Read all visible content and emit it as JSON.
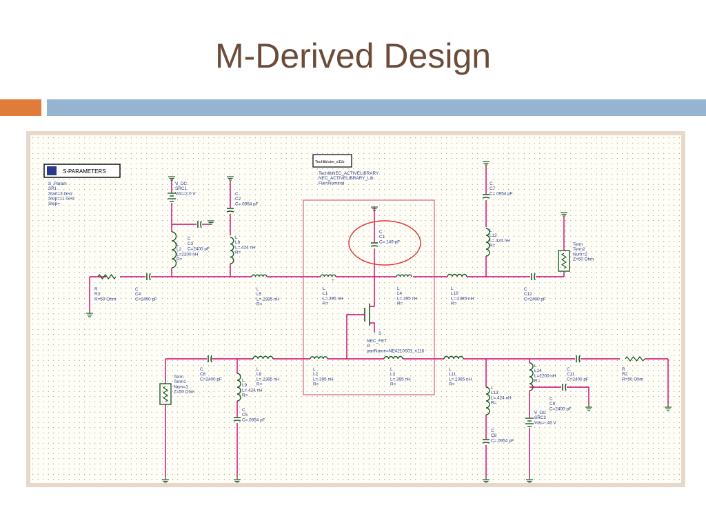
{
  "slide": {
    "title": "M-Derived Design"
  },
  "colors": {
    "title": "#6b4c3b",
    "accent_orange": "#e07b39",
    "accent_blue": "#94b4cf",
    "wire": "#d0006f",
    "component": "#1a5a2a",
    "label": "#2a3a8a",
    "highlight_circle": "#e03030",
    "highlight_box": "#d04070"
  },
  "schematic": {
    "sparams": {
      "header": "S-PARAMETERS",
      "lines": [
        "S_Param",
        "SP1",
        "Start=3 GHz",
        "Stop=11 GHz",
        "Step="
      ]
    },
    "techlib": {
      "box": "Techlib/sim_s11b",
      "lines": [
        "TechlibNEC_ACTIVELIBRARY",
        "NEC_ACTIVELIBRARY_Lib",
        "File=Nominal"
      ]
    },
    "components": [
      {
        "id": "vdc1",
        "lines": [
          "V_DC",
          "SRC1",
          "Vdc=2.0 V"
        ]
      },
      {
        "id": "c2",
        "lines": [
          "C",
          "C2",
          "C=.0954 pF"
        ]
      },
      {
        "id": "c3",
        "lines": [
          "C",
          "C3",
          "C=2400 pF"
        ]
      },
      {
        "id": "l6",
        "lines": [
          "L",
          "L6",
          "L=.424 nH",
          "R="
        ]
      },
      {
        "id": "l2top",
        "lines": [
          "L",
          "L2",
          "L=2200 nH",
          "R="
        ]
      },
      {
        "id": "r3",
        "lines": [
          "R",
          "R3",
          "R=50 Ohm"
        ]
      },
      {
        "id": "c4",
        "lines": [
          "C",
          "C4",
          "C=2400 pF"
        ]
      },
      {
        "id": "l5",
        "lines": [
          "L",
          "L5",
          "L=.2385 nH",
          "R="
        ]
      },
      {
        "id": "l1",
        "lines": [
          "L",
          "L1",
          "L=.395 nH",
          "R="
        ]
      },
      {
        "id": "c1",
        "lines": [
          "C",
          "C1",
          "C=.149 pF"
        ]
      },
      {
        "id": "l4",
        "lines": [
          "L",
          "L4",
          "L=.395 nH",
          "R="
        ]
      },
      {
        "id": "l10",
        "lines": [
          "L",
          "L10",
          "L=.2385 nH",
          "R="
        ]
      },
      {
        "id": "c7",
        "lines": [
          "C",
          "C7",
          "C=.0954 pF"
        ]
      },
      {
        "id": "l12",
        "lines": [
          "L",
          "L12",
          "L=.424 nH",
          "R="
        ]
      },
      {
        "id": "c12",
        "lines": [
          "C",
          "C12",
          "C=2400 pF"
        ]
      },
      {
        "id": "term2",
        "lines": [
          "Term",
          "Term2",
          "Num=2",
          "Z=50 Ohm"
        ]
      },
      {
        "id": "fet",
        "lines": [
          "NEC_FET",
          "G",
          "partName=NE4210S01_v116"
        ]
      },
      {
        "id": "term1",
        "lines": [
          "Term",
          "Term1",
          "Num=1",
          "Z=50 Ohm"
        ]
      },
      {
        "id": "c6",
        "lines": [
          "C",
          "C6",
          "C=2400 pF"
        ]
      },
      {
        "id": "l9",
        "lines": [
          "L",
          "L9",
          "L=.424 nH",
          "R="
        ]
      },
      {
        "id": "c5",
        "lines": [
          "C",
          "C5",
          "C=.0954 pF"
        ]
      },
      {
        "id": "l8",
        "lines": [
          "L",
          "L8",
          "L=.2385 nH",
          "R="
        ]
      },
      {
        "id": "l2",
        "lines": [
          "L",
          "L2",
          "L=.395 nH",
          "R="
        ]
      },
      {
        "id": "l3",
        "lines": [
          "L",
          "L3",
          "L=.395 nH",
          "R="
        ]
      },
      {
        "id": "l11",
        "lines": [
          "L",
          "L11",
          "L=.2385 nH",
          "R="
        ]
      },
      {
        "id": "l13",
        "lines": [
          "L",
          "L13",
          "L=.424 nH",
          "R="
        ]
      },
      {
        "id": "c8",
        "lines": [
          "C",
          "C8",
          "C=.0954 pF"
        ]
      },
      {
        "id": "l14",
        "lines": [
          "L",
          "L14",
          "L=2200 nH",
          "R="
        ]
      },
      {
        "id": "c11",
        "lines": [
          "C",
          "C11",
          "C=2400 pF"
        ]
      },
      {
        "id": "c9",
        "lines": [
          "C",
          "C9",
          "C=2400 pF"
        ]
      },
      {
        "id": "vdc2",
        "lines": [
          "V_DC",
          "SRC2",
          "Vdc=-.43 V"
        ]
      },
      {
        "id": "r2",
        "lines": [
          "R",
          "R2",
          "R=50 Ohm"
        ]
      }
    ]
  }
}
